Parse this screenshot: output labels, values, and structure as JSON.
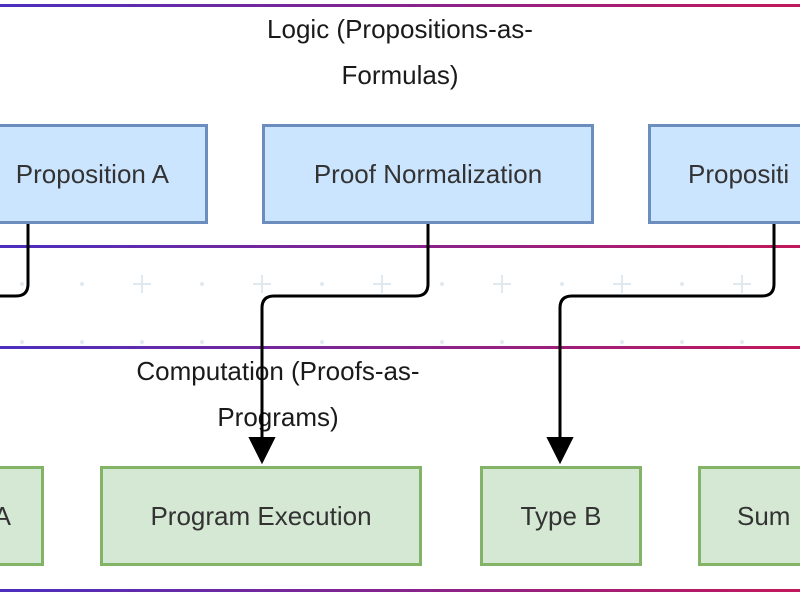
{
  "clusters": {
    "logic": {
      "title_line1": "Logic (Propositions-as-",
      "title_line2": "Formulas)",
      "nodes": [
        {
          "id": "prop_a",
          "label": "Proposition A"
        },
        {
          "id": "proof_norm",
          "label": "Proof Normalization"
        },
        {
          "id": "prop_b",
          "label": "Propositi"
        }
      ]
    },
    "computation": {
      "title_line1": "Computation (Proofs-as-",
      "title_line2": "Programs)",
      "nodes": [
        {
          "id": "type_a",
          "label": "A"
        },
        {
          "id": "prog_exec",
          "label": "Program Execution"
        },
        {
          "id": "type_b",
          "label": "Type B"
        },
        {
          "id": "sum",
          "label": "Sum"
        }
      ]
    }
  },
  "colors": {
    "logic_fill": "#cce5ff",
    "logic_stroke": "#6c8ebf",
    "comp_fill": "#d5e8d4",
    "comp_stroke": "#82b366",
    "cluster_border_start": "#4b2fbf",
    "cluster_border_end": "#c2185b",
    "edge": "#000000"
  }
}
